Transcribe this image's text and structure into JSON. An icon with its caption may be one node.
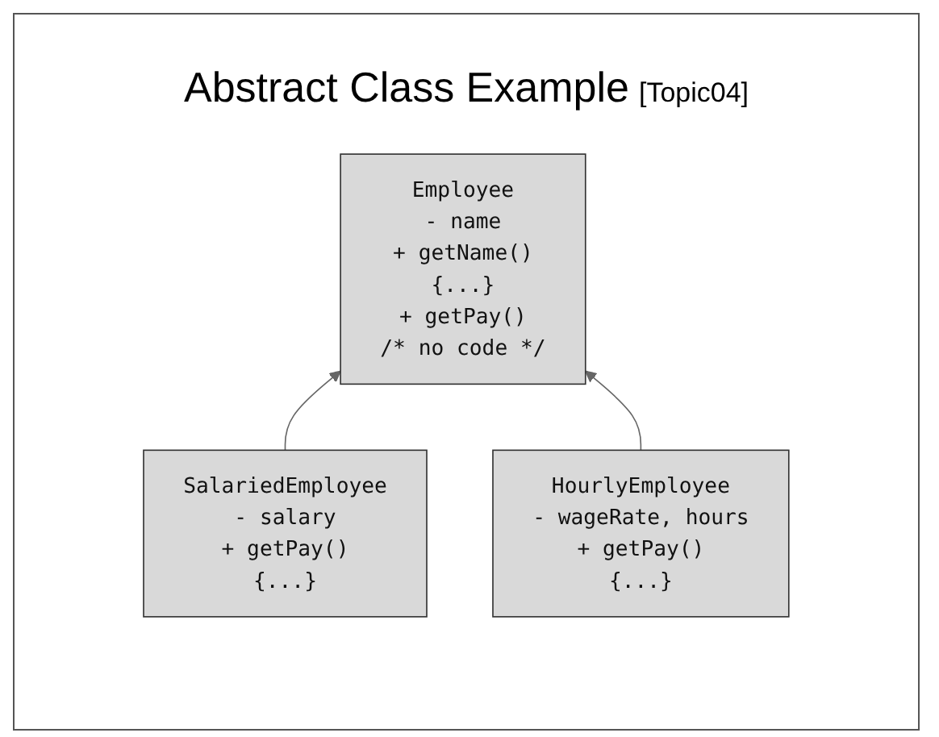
{
  "diagram": {
    "title": "Abstract Class Example",
    "nodes": [
      {
        "text": [
          "Employee",
          "- name",
          "+ getName()",
          "{...}",
          "+ getPay()",
          "/* no code */"
        ]
      },
      {
        "text": [
          "SalariedEmployee",
          "- salary",
          "+ getPay()",
          "{...}"
        ]
      },
      {
        "text": [
          "HourlyEmployee",
          "- wageRate, hours",
          "+ getPay()",
          "{...}"
        ]
      }
    ],
    "edges": [
      {
        "from": 1,
        "to": 0,
        "arrow": "to"
      },
      {
        "from": 2,
        "to": 0,
        "arrow": "to"
      }
    ],
    "labels": [
      "[Topic04]"
    ]
  }
}
